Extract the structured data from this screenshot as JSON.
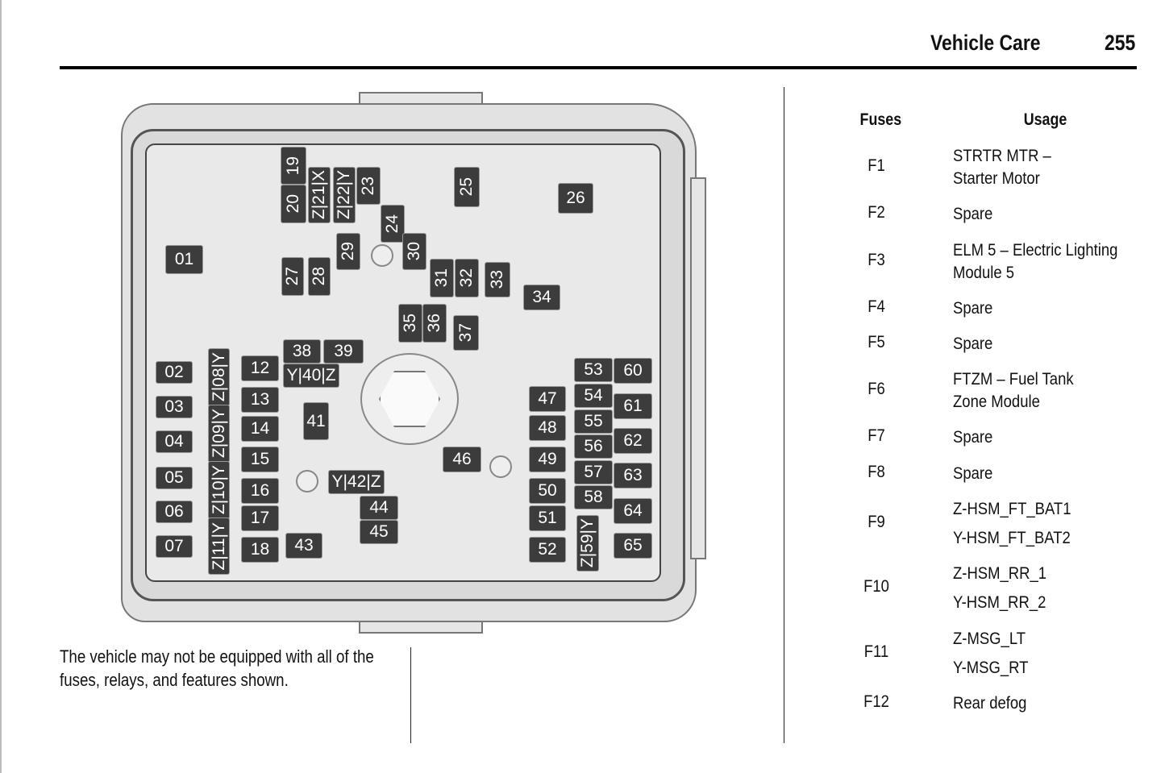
{
  "header": {
    "title": "Vehicle Care",
    "page": "255"
  },
  "caption": {
    "line1": "The vehicle may not be equipped with all of the",
    "line2": "fuses, relays, and features shown."
  },
  "diagram": {
    "labels": [
      "01",
      "02",
      "03",
      "04",
      "05",
      "06",
      "07",
      "Z|08|Y",
      "Z|09|Y",
      "Z|10|Y",
      "Z|11|Y",
      "12",
      "13",
      "14",
      "15",
      "16",
      "17",
      "18",
      "19",
      "20",
      "Z|21|X",
      "Z|22|Y",
      "23",
      "24",
      "25",
      "26",
      "27",
      "28",
      "29",
      "30",
      "31",
      "32",
      "33",
      "34",
      "35",
      "36",
      "37",
      "38",
      "39",
      "Y|40|Z",
      "41",
      "Y|42|Z",
      "43",
      "44",
      "45",
      "46",
      "47",
      "48",
      "49",
      "50",
      "51",
      "52",
      "53",
      "54",
      "55",
      "56",
      "57",
      "58",
      "Z|59|Y",
      "60",
      "61",
      "62",
      "63",
      "64",
      "65"
    ]
  },
  "table": {
    "headers": {
      "fuses": "Fuses",
      "usage": "Usage"
    },
    "rows": [
      {
        "fuse": "F1",
        "usage": [
          "STRTR MTR –",
          "Starter Motor"
        ]
      },
      {
        "fuse": "F2",
        "usage": [
          "Spare"
        ]
      },
      {
        "fuse": "F3",
        "usage": [
          "ELM 5 – Electric Lighting",
          "Module 5"
        ]
      },
      {
        "fuse": "F4",
        "usage": [
          "Spare"
        ]
      },
      {
        "fuse": "F5",
        "usage": [
          "Spare"
        ]
      },
      {
        "fuse": "F6",
        "usage": [
          "FTZM – Fuel Tank",
          "Zone Module"
        ]
      },
      {
        "fuse": "F7",
        "usage": [
          "Spare"
        ]
      },
      {
        "fuse": "F8",
        "usage": [
          "Spare"
        ]
      },
      {
        "fuse": "F9",
        "usage": [
          "Z-HSM_FT_BAT1",
          "Y-HSM_FT_BAT2"
        ]
      },
      {
        "fuse": "F10",
        "usage": [
          "Z-HSM_RR_1",
          "Y-HSM_RR_2"
        ]
      },
      {
        "fuse": "F11",
        "usage": [
          "Z-MSG_LT",
          "Y-MSG_RT"
        ]
      },
      {
        "fuse": "F12",
        "usage": [
          "Rear defog"
        ]
      }
    ]
  }
}
